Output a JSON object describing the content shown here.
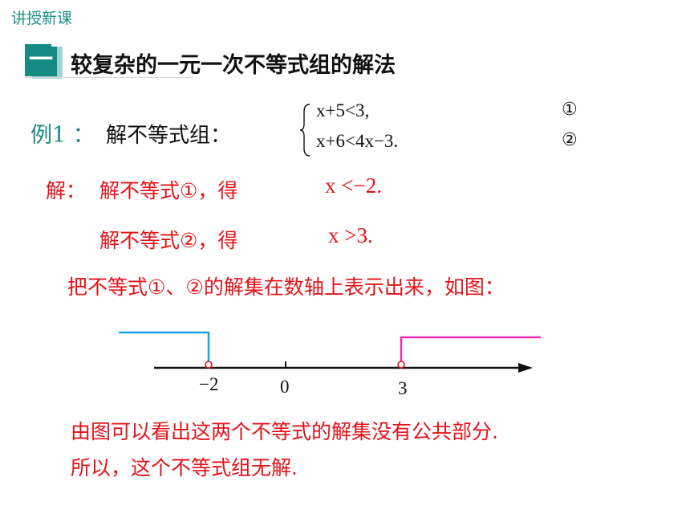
{
  "header": {
    "section_label": "讲授新课",
    "badge_number": "一",
    "title": "较复杂的一元一次不等式组的解法"
  },
  "example": {
    "label": "例1 ：",
    "prompt": "解不等式组：",
    "inequalities": [
      {
        "expression": "x+5<3,",
        "number": "①"
      },
      {
        "expression": "x+6<4x−3.",
        "number": "②"
      }
    ]
  },
  "solution": {
    "label": "解：",
    "step1_text": "解不等式①，得",
    "step1_result": "x <−2.",
    "step2_text": "解不等式②，得",
    "step2_result": "x >3.",
    "number_line_instruction": "把不等式①、②的解集在数轴上表示出来，如图："
  },
  "number_line": {
    "tick_labels": [
      "−2",
      "0",
      "3"
    ],
    "boundary_values": [
      -2,
      3
    ],
    "origin": 0,
    "ray_left_color": "#1aa0e6",
    "ray_right_color": "#ee2fb4",
    "axis_color": "#111111",
    "point_color": "#e4131a"
  },
  "conclusion": {
    "line1": "由图可以看出这两个不等式的解集没有公共部分.",
    "line2": "所以，这个不等式组无解."
  },
  "colors": {
    "accent": "#138a82",
    "answer_text": "#e4131a"
  }
}
